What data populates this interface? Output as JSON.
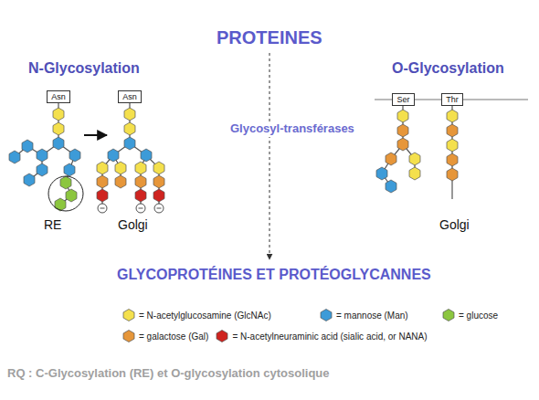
{
  "diagram": {
    "title": "PROTEINES",
    "nodes": [
      {
        "text": [
          "Asn"
        ]
      },
      {
        "text": [
          "Asn"
        ]
      },
      {
        "text": [
          "Ser"
        ]
      },
      {
        "text": [
          "Thr"
        ]
      }
    ],
    "labels": [
      "N-Glycosylation",
      "O-Glycosylation",
      "Glycosyl-transférases",
      "RE",
      "Golgi",
      "Golgi",
      "GLYCOPROTÉINES ET PROTÉOGLYCANNES",
      "RQ : C-Glycosylation (RE) et O-glycosylation cytosolique"
    ],
    "legend": [
      {
        "text": "= N-acetylglucosamine (GlcNAc)",
        "color": "#f4e04d"
      },
      {
        "text": "= mannose (Man)",
        "color": "#3d9bd8"
      },
      {
        "text": "= glucose",
        "color": "#8cc63f"
      },
      {
        "text": "= galactose (Gal)",
        "color": "#e6963a"
      },
      {
        "text": "= N-acetylneuraminic acid (sialic acid, or NANA)",
        "color": "#cf2420"
      }
    ]
  }
}
